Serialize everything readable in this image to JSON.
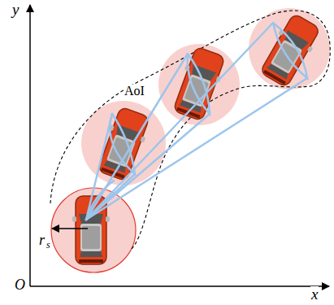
{
  "diagram": {
    "labels": [
      "y",
      "x",
      "O",
      "AoI",
      "r",
      "s"
    ]
  }
}
